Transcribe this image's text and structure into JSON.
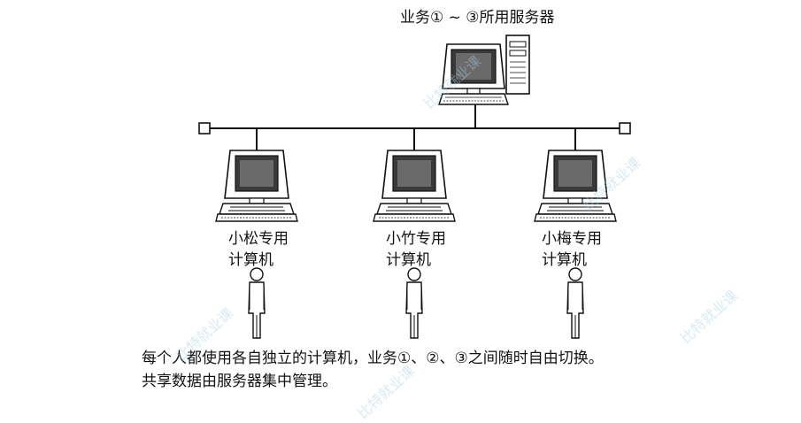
{
  "server_label": "业务① ~ ③所用服务器",
  "workstations": [
    {
      "name_line1": "小松专用",
      "name_line2": "计算机"
    },
    {
      "name_line1": "小竹专用",
      "name_line2": "计算机"
    },
    {
      "name_line1": "小梅专用",
      "name_line2": "计算机"
    }
  ],
  "caption": {
    "line1": "每个人都使用各自独立的计算机，业务①、②、③之间随时自由切换。",
    "line2": "共享数据由服务器集中管理。"
  },
  "watermark_text": "比特就业课"
}
